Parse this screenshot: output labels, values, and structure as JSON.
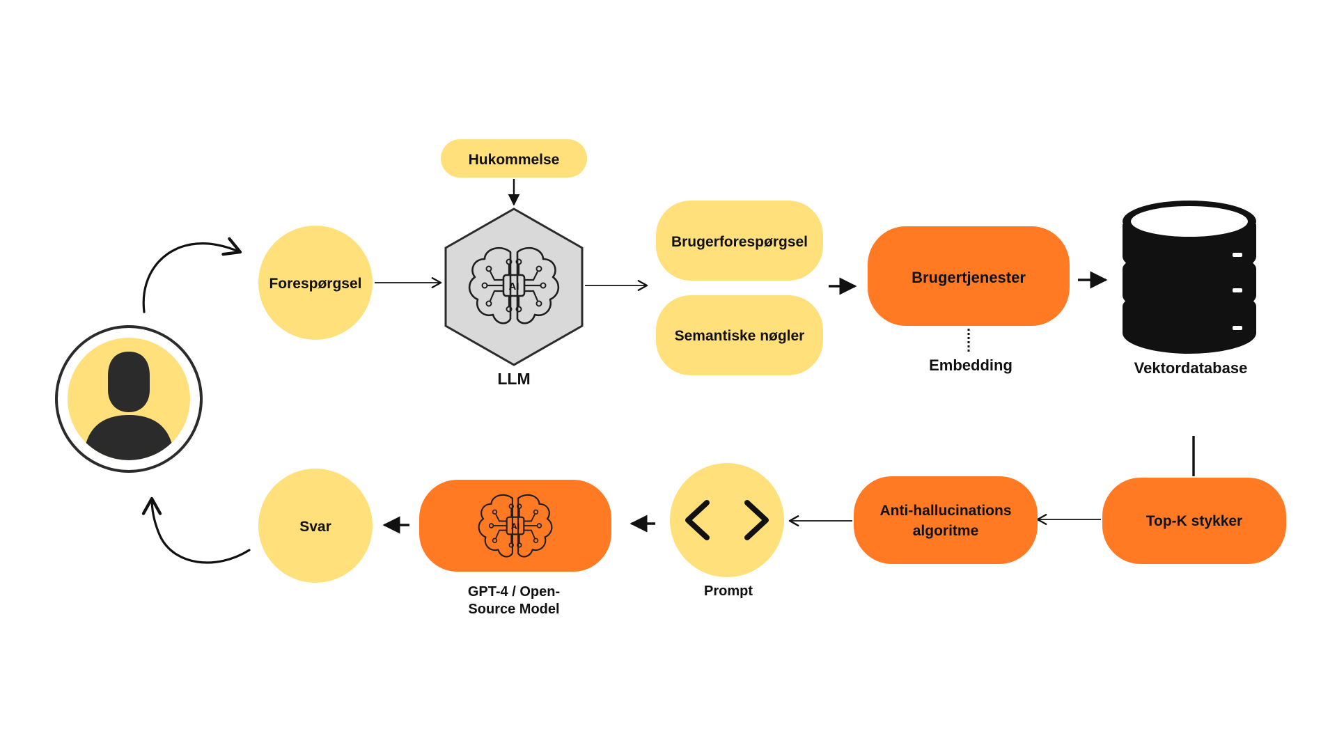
{
  "colors": {
    "yellow": "#FFE07A",
    "orange": "#FF7A22",
    "dark": "#2B2B2B",
    "hex_fill": "#D9D9D9",
    "text": "#111111"
  },
  "nodes": {
    "memory": "Hukommelse",
    "request": "Forespørgsel",
    "llm": "LLM",
    "user_request": "Brugerforespørgsel",
    "semantic_keys": "Semantiske nøgler",
    "user_services": "Brugertjenester",
    "embedding": "Embedding",
    "vector_db": "Vektordatabase",
    "top_k": "Top-K stykker",
    "anti_halluc_line1": "Anti-hallucinations",
    "anti_halluc_line2": "algoritme",
    "prompt": "Prompt",
    "gpt_line1": "GPT-4 / Open-",
    "gpt_line2": "Source Model",
    "answer": "Svar"
  },
  "icons": {
    "user": "user-avatar-icon",
    "llm": "ai-brain-chip-icon",
    "gpt": "ai-brain-chip-icon",
    "prompt": "code-brackets-icon",
    "database": "database-stack-icon"
  },
  "chip_label": "AI"
}
